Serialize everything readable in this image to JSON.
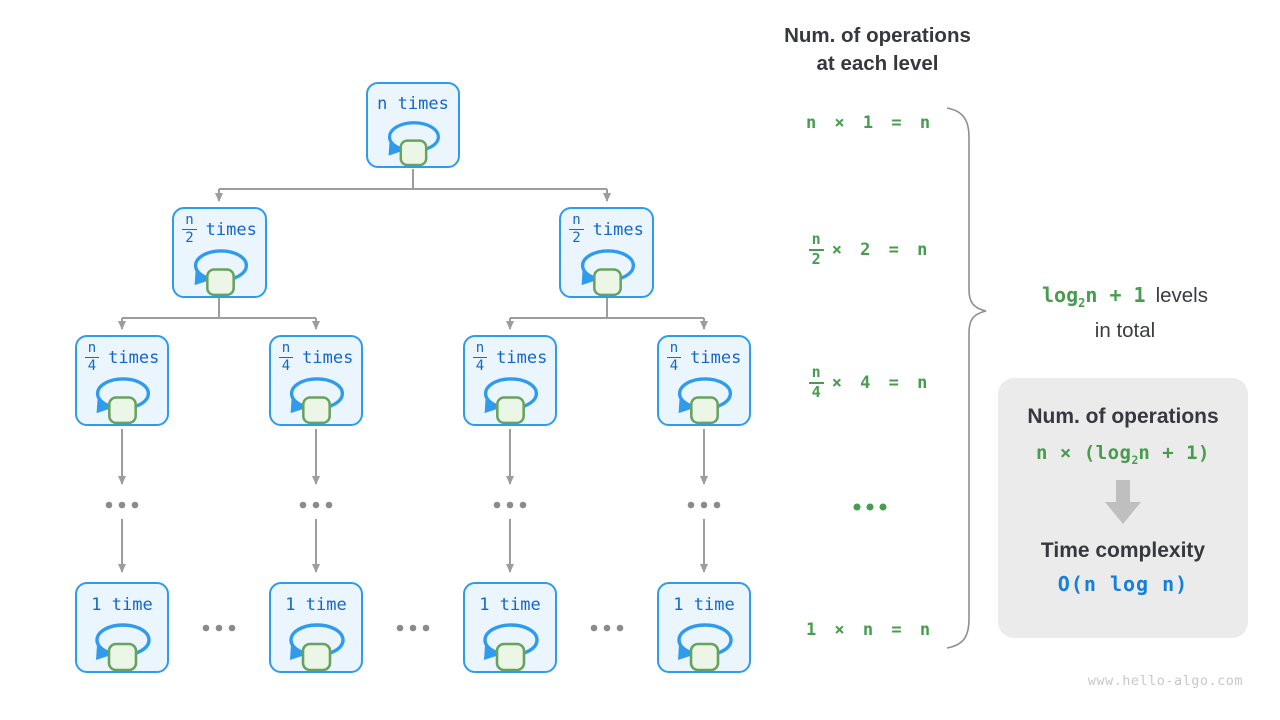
{
  "header": {
    "line1": "Num. of operations",
    "line2": "at each level"
  },
  "nodes": {
    "root": {
      "label": "n times"
    },
    "half": {
      "num": "n",
      "den": "2",
      "word": "times"
    },
    "quarter": {
      "num": "n",
      "den": "4",
      "word": "times"
    },
    "leaf": {
      "label": "1 time"
    }
  },
  "annotations": {
    "level1": "n × 1 = n",
    "level2": {
      "num": "n",
      "den": "2",
      "rest": "× 2 = n"
    },
    "level3": {
      "num": "n",
      "den": "4",
      "rest": "× 4 = n"
    },
    "leaf": "1 × n = n"
  },
  "brace_label": {
    "formula_pre": "log",
    "formula_sub": "2",
    "formula_post": "n + 1",
    "text_line1": "levels",
    "text_line2": "in total"
  },
  "summary": {
    "title": "Num. of operations",
    "formula_pre": "n × (log",
    "formula_sub": "2",
    "formula_post": "n + 1)",
    "arrow_icon": "down-block-arrow",
    "result_label": "Time complexity",
    "result": "O(n log n)"
  },
  "watermark": "www.hello-algo.com",
  "colors": {
    "node_border": "#2f9bed",
    "node_fill": "#eaf5fd",
    "node_text": "#1467c8",
    "square_fill": "#ecf6e6",
    "square_border": "#67a35f",
    "green": "#479c4e",
    "dark_text": "#36383d",
    "connector_gray": "#9d9d9d",
    "box_fill": "#ebebec",
    "result_blue": "#1380dc",
    "watermark_gray": "#c8c8c8"
  }
}
